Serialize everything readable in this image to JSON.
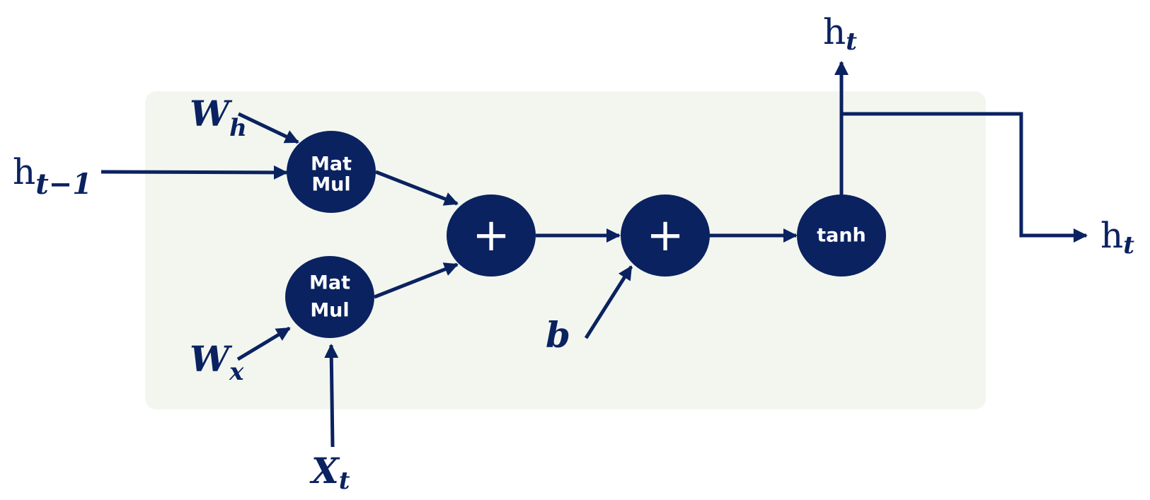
{
  "colors": {
    "node": "#0b2260",
    "panel": "#f2f6ef",
    "text_on_node": "#ffffff"
  },
  "nodes": {
    "matmul_top": {
      "line1": "Mat",
      "line2": "Mul"
    },
    "matmul_bottom": {
      "line1": "Mat",
      "line2": "Mul"
    },
    "add_1": {
      "label": "+"
    },
    "add_2": {
      "label": "+"
    },
    "tanh": {
      "label": "tanh"
    }
  },
  "inputs": {
    "h_prev": {
      "base": "h",
      "sub": "t−1"
    },
    "w_h": {
      "base": "W",
      "sub": "h"
    },
    "w_x": {
      "base": "W",
      "sub": "x"
    },
    "x_t": {
      "base": "X",
      "sub": "t"
    },
    "b": {
      "base": "b"
    }
  },
  "outputs": {
    "h_up": {
      "base": "h",
      "sub": "t"
    },
    "h_right": {
      "base": "h",
      "sub": "t"
    }
  }
}
